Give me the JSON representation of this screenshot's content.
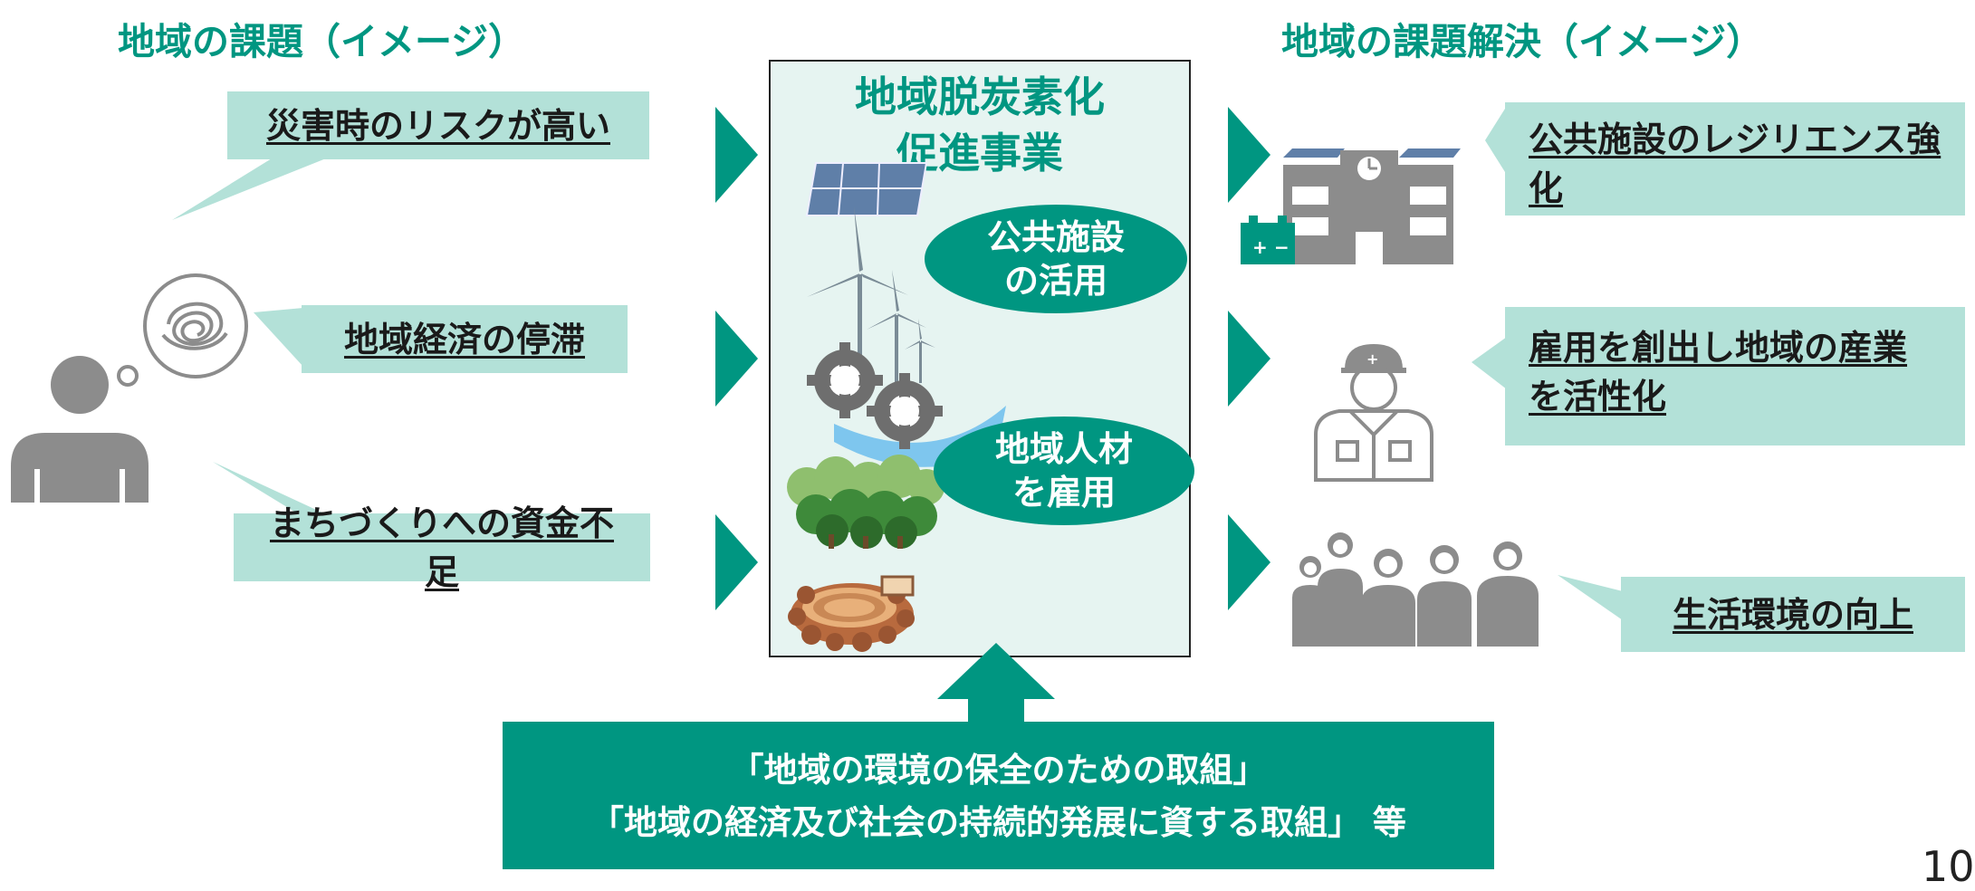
{
  "headings": {
    "left": "地域の課題（イメージ）",
    "right": "地域の課題解決（イメージ）"
  },
  "center_box": {
    "title_line1": "地域脱炭素化",
    "title_line2": "促進事業",
    "oval1_line1": "公共施設",
    "oval1_line2": "の活用",
    "oval2_line1": "地域人材",
    "oval2_line2": "を雇用"
  },
  "issues": [
    "災害時のリスクが高い",
    "地域経済の停滞",
    "まちづくりへの資金不足"
  ],
  "solutions": {
    "s1_line1": "公共施設のレジリエンス強",
    "s1_line2": "化",
    "s2_line1": "雇用を創出し地域の産業",
    "s2_line2": "を活性化",
    "s3": "生活環境の向上"
  },
  "bottom": {
    "line1": "「地域の環境の保全のための取組」",
    "line2": "「地域の経済及び社会の持続的発展に資する取組」 等"
  },
  "page_number": "10",
  "colors": {
    "accent": "#009681",
    "bubble": "#b3e1d8",
    "panel": "#e6f4f1",
    "icon_gray": "#8c8c8c"
  }
}
